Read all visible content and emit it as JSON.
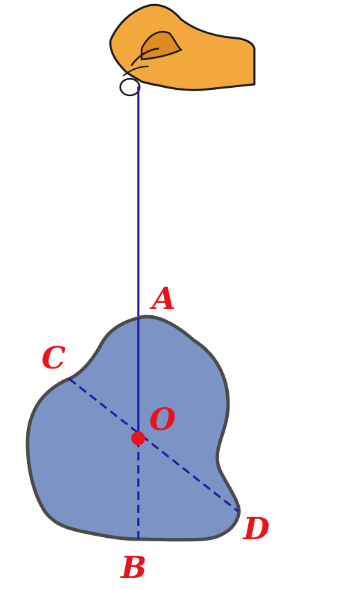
{
  "labels": {
    "a": "A",
    "b": "B",
    "c": "C",
    "d": "D",
    "o": "O"
  },
  "colors": {
    "label": "#e8131b",
    "string": "#1a1aa0",
    "dashed_line": "#1a1aa0",
    "body_fill": "#7c93c6",
    "body_outline": "#4a4a4a",
    "center_point": "#e8131b",
    "hand_fill": "#f2a83c",
    "hand_outline": "#1a1a1a"
  },
  "icons": {
    "hand": "hand-holding-string-icon"
  }
}
